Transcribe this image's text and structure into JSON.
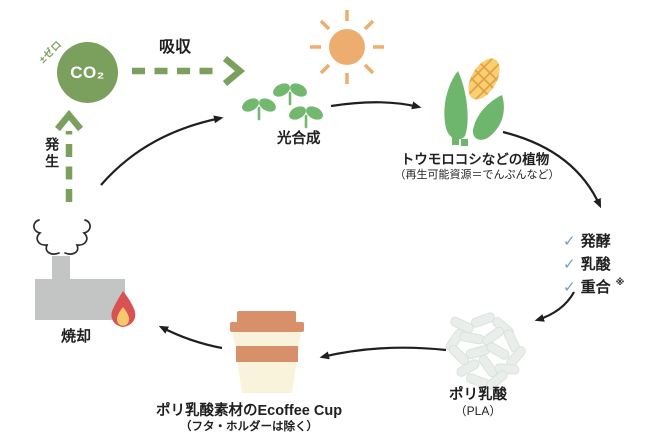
{
  "diagram": {
    "co2_node": {
      "label": "CO₂",
      "badge": "±ゼロ"
    },
    "flow_labels": {
      "absorb": "吸収",
      "emit": "発生"
    },
    "photosynthesis": {
      "label": "光合成"
    },
    "plants": {
      "title": "トウモロコシなどの植物",
      "subtitle": "（再生可能資源＝でんぷんなど）"
    },
    "process": {
      "items": [
        {
          "icon": "✓",
          "label": "発酵",
          "note": ""
        },
        {
          "icon": "✓",
          "label": "乳酸",
          "note": ""
        },
        {
          "icon": "✓",
          "label": "重合",
          "note": "※"
        }
      ]
    },
    "pla": {
      "title": "ポリ乳酸",
      "subtitle": "（PLA）"
    },
    "cup": {
      "title": "ポリ乳酸素材のEcoffee Cup",
      "subtitle": "（フタ・ホルダーは除く）"
    },
    "incineration": {
      "label": "焼却"
    },
    "colors": {
      "cycle_green": "#7BA05E",
      "plant_green": "#72B86F",
      "sun_orange": "#EDAD6F",
      "corn_yellow": "#F8D06E",
      "corn_grid": "#E2A04E",
      "cup_terracotta": "#D8906B",
      "cup_cream": "#FAF3DB",
      "factory_gray": "#C3C5C4",
      "flame_red": "#D85153",
      "flame_yellow": "#F6C76C",
      "check_blue": "#6D9EC3",
      "pellet_gray": "#E9EEEB",
      "text": "#1F1F1F"
    }
  }
}
